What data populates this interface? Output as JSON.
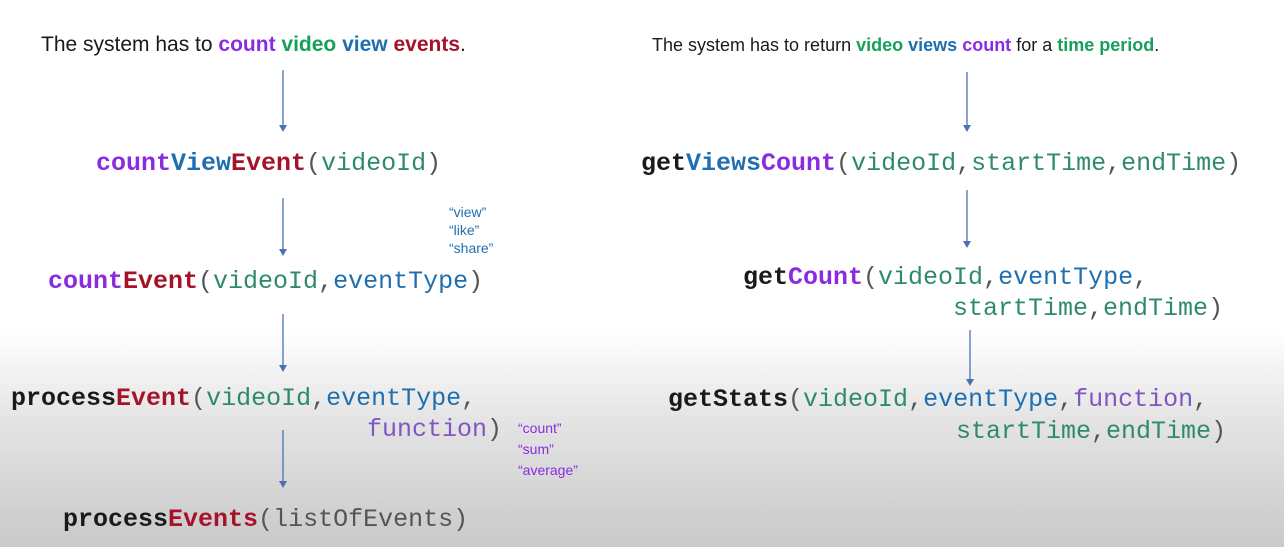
{
  "colors": {
    "dark": "#1a1a1a",
    "purple": "#8a2be2",
    "green": "#16a05a",
    "blue": "#1f6fb0",
    "red": "#a5122a",
    "param_green": "#2e8b6a",
    "param_purple": "#7e57c2",
    "gray": "#555555",
    "arrow": "#4a72b0"
  },
  "left_heading": {
    "prefix": "The system has to ",
    "count": "count",
    "video": "video",
    "view": "view",
    "events": "events",
    "suffix": "."
  },
  "right_heading": {
    "prefix": "The system has to return ",
    "video": "video",
    "views": "views",
    "count": "count",
    "middle": " for a ",
    "time_period": "time period",
    "suffix": "."
  },
  "left": {
    "count_view_event": {
      "fn_part1": "count",
      "fn_part2": "View",
      "fn_part3": "Event",
      "open": "(",
      "param1": "videoId",
      "close": ")"
    },
    "event_type_values": [
      "“view”",
      "“like”",
      "“share”"
    ],
    "count_event": {
      "fn_part1": "count",
      "fn_part2": "Event",
      "open": "(",
      "param1": "videoId",
      "sep1": ",",
      "param2": "eventType",
      "close": ")"
    },
    "process_event": {
      "fn_part1": "process",
      "fn_part2": "Event",
      "open": "(",
      "param1": "videoId",
      "sep1": ",",
      "param2": "eventType",
      "sep2": ",",
      "param3": "function",
      "close": ")"
    },
    "function_values": [
      "“count”",
      "“sum”",
      "“average”"
    ],
    "process_events": {
      "fn_part1": "process",
      "fn_part2": "Events",
      "open": "(",
      "param1": "listOfEvents",
      "close": ")"
    }
  },
  "right": {
    "get_views_count": {
      "fn_part1": "get",
      "fn_part2": "Views",
      "fn_part3": "Count",
      "open": "(",
      "param1": "videoId",
      "sep1": ",",
      "param2": "startTime",
      "sep2": ",",
      "param3": "endTime",
      "close": ")"
    },
    "get_count": {
      "fn_part1": "get",
      "fn_part2": "Count",
      "open": "(",
      "param1": "videoId",
      "sep1": ",",
      "param2": "eventType",
      "sep2": ",",
      "param3": "startTime",
      "sep3": ",",
      "param4": "endTime",
      "close": ")"
    },
    "get_stats": {
      "fn_part1": "getStats",
      "open": "(",
      "param1": "videoId",
      "sep1": ",",
      "param2": "eventType",
      "sep2": ",",
      "param3": "function",
      "sep3": ",",
      "param4": "startTime",
      "sep4": ",",
      "param5": "endTime",
      "close": ")"
    }
  }
}
